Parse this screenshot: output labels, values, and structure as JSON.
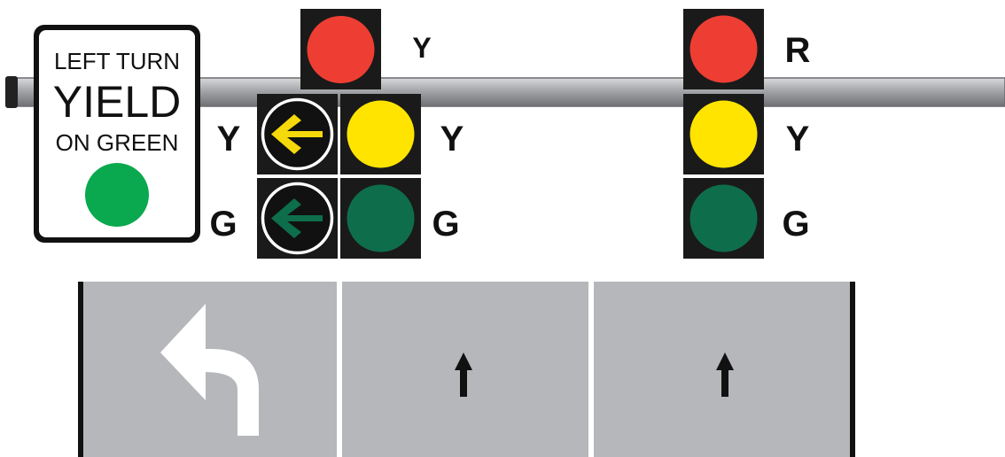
{
  "sign": {
    "line1": "LEFT TURN",
    "line2": "YIELD",
    "line3": "ON GREEN",
    "indicator_color": "#0aa84f"
  },
  "labels": {
    "left_red": "Y",
    "left_arrow_yellow": "Y",
    "left_arrow_green": "G",
    "left_ball_yellow": "Y",
    "left_ball_green": "G",
    "right_red": "R",
    "right_yellow": "Y",
    "right_green": "G"
  },
  "colors": {
    "red": "#ee3e33",
    "yellow": "#ffe400",
    "green_ball": "#0e6e4c",
    "arrow_yellow": "#f5d90a",
    "arrow_green": "#0e6e4c",
    "signal_housing": "#1a1a1a",
    "pole": "#9ea0a3",
    "road": "#b5b7ba",
    "lane_line": "#ffffff",
    "road_edge": "#111111"
  },
  "lanes": [
    {
      "marking": "left-turn-arrow-icon"
    },
    {
      "marking": "straight-arrow-icon"
    },
    {
      "marking": "straight-arrow-icon"
    }
  ]
}
